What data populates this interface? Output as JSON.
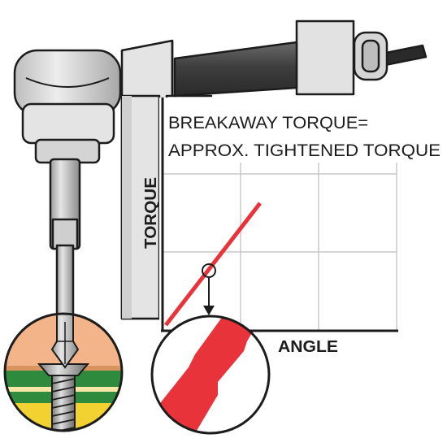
{
  "graph": {
    "title_line1": "BREAKAWAY TORQUE=",
    "title_line2": "APPROX. TIGHTENED TORQUE",
    "y_label": "TORQUE",
    "x_label": "ANGLE"
  },
  "colors": {
    "curve": "#e8333a",
    "wood": "#f2b488",
    "green_layer": "#2e8b3e",
    "yellow_layer": "#f2d230",
    "metal_light": "#d9d9d9",
    "metal_dark": "#4d4d4d",
    "outline": "#1c1c1c"
  }
}
